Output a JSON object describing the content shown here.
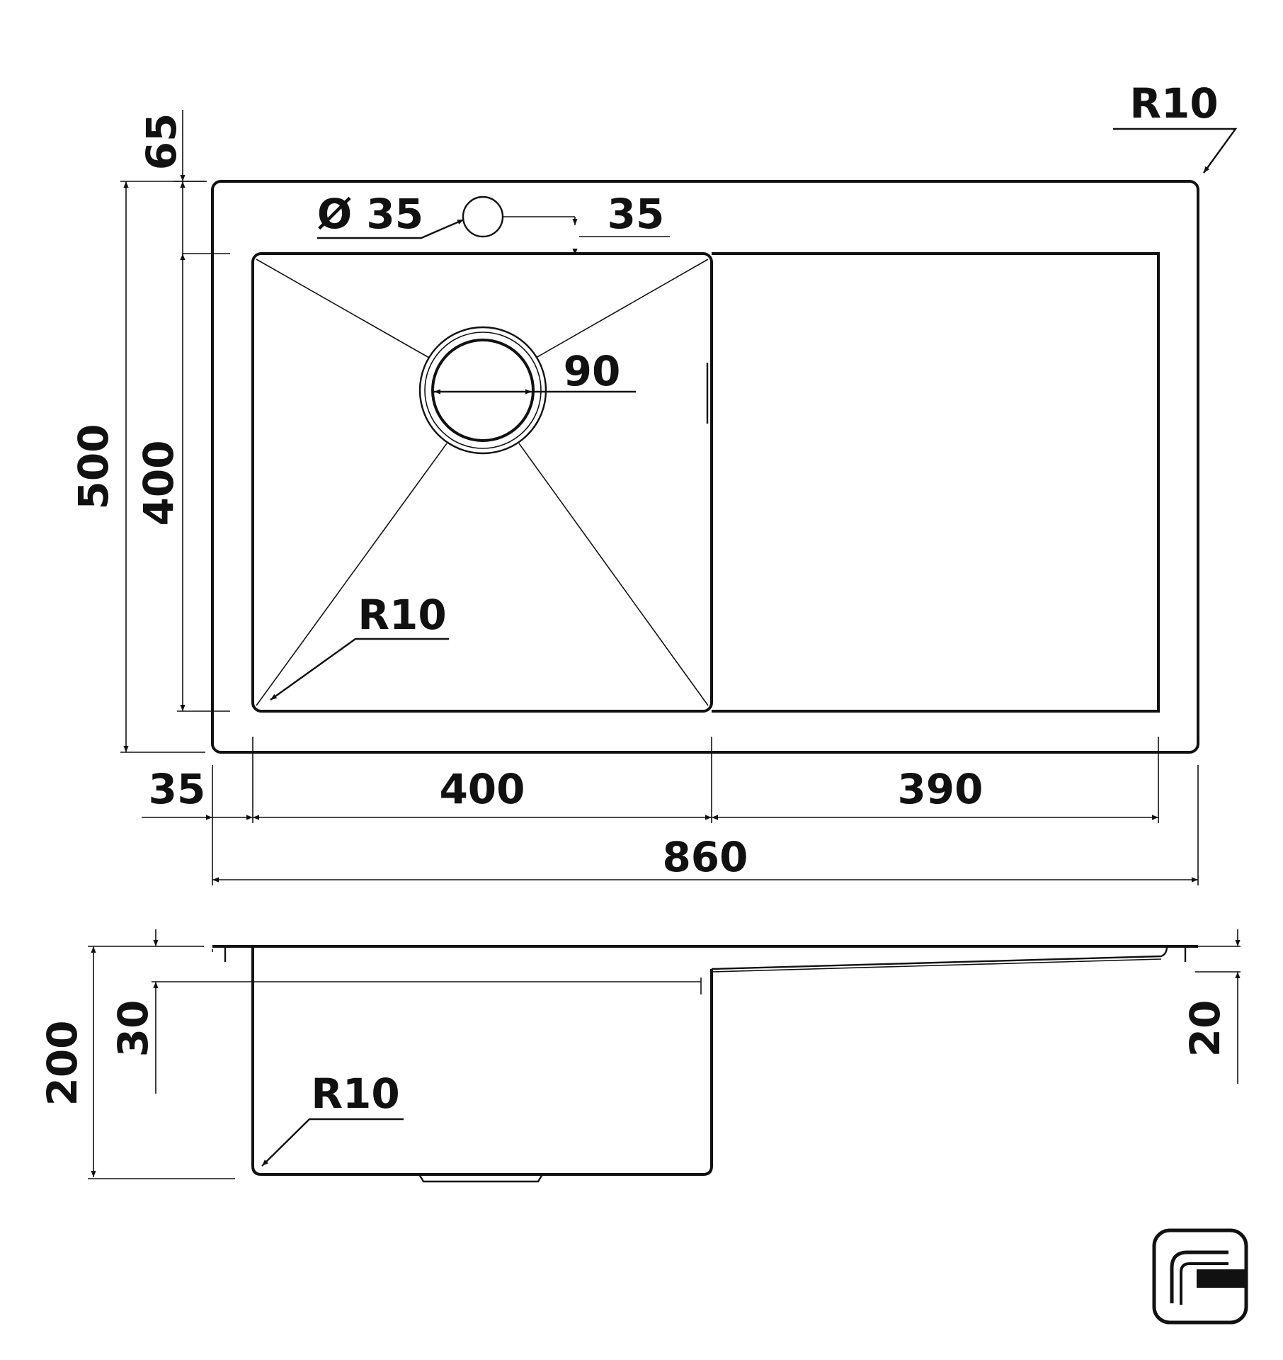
{
  "drawing": {
    "top_view": {
      "outer_corner_radius": "R10",
      "tap_hole_diameter": "Ø 35",
      "tap_hole_offset": "35",
      "drain_diameter": "90",
      "bowl_corner_radius": "R10",
      "flange_depth": "65",
      "overall_depth": "500",
      "bowl_depth": "400",
      "left_margin": "35",
      "bowl_width": "400",
      "drainer_width": "390",
      "overall_width": "860"
    },
    "side_view": {
      "overall_height": "200",
      "rim_drop": "30",
      "drainer_drop": "20",
      "bowl_corner_radius": "R10"
    }
  },
  "colors": {
    "line": "#111111",
    "background": "#ffffff"
  },
  "icons": [
    "mount-type-icon"
  ]
}
